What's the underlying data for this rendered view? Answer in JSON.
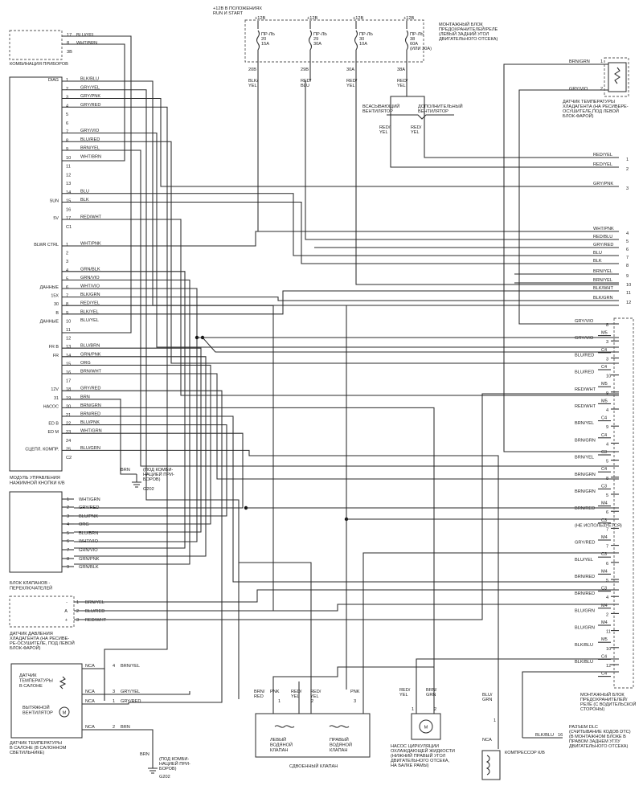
{
  "top_power": [
    "+12В В ПОЛОЖЕНИЯХ",
    "RUN И START"
  ],
  "top_12v": [
    "+12В",
    "+12В",
    "+12В",
    "+12В"
  ],
  "fuse_block": {
    "title": [
      "МОНТАЖНЫЙ БЛОК",
      "ПРЕДОХРАНИТЕЛЕЙ/РЕЛЕ",
      "(ЛЕВЫЙ ЗАДНИЙ УГОЛ",
      "ДВИГАТЕЛЬНОГО ОТСЕКА)"
    ],
    "fuses": [
      {
        "l1": "ПР-ЛЬ",
        "l2": "20",
        "l3": "15A",
        "l4": "",
        "pin": "20B",
        "wire": [
          "BLK/",
          "YEL"
        ]
      },
      {
        "l1": "ПР-ЛЬ",
        "l2": "29",
        "l3": "30A",
        "l4": "",
        "pin": "29B",
        "wire": [
          "RED/",
          "BLU"
        ]
      },
      {
        "l1": "ПР-ЛЬ",
        "l2": "30",
        "l3": "10A",
        "l4": "",
        "pin": "30A",
        "wire": [
          "RED/",
          "YEL"
        ]
      },
      {
        "l1": "ПР-ЛЬ",
        "l2": "38",
        "l3": "60A",
        "l4": "(ИЛИ 30A)",
        "pin": "38A",
        "wire": [
          "RED/",
          "YEL"
        ]
      }
    ]
  },
  "fans": {
    "suction": [
      "ВСАСЫВАЮЩИЙ",
      "ВЕНТИЛЯТОР"
    ],
    "extra": [
      "ДОПОЛНИТЕЛЬНЫЙ",
      "ВЕНТИЛЯТОР"
    ],
    "w1": [
      "RED/",
      "YEL"
    ],
    "w2": [
      "RED/",
      "YEL"
    ]
  },
  "coolant_sensor": {
    "title": [
      "ДАТЧИК ТЕМПЕРАТУРЫ",
      "ХЛАДАГЕНТА (НА РЕСИВЕРЕ-",
      "ОСУШИТЕЛЕ,ПОД ЛЕВОЙ",
      "БЛОК-ФАРОЙ)"
    ],
    "w1": "BRN/GRN",
    "p1": "1",
    "w2": "GRY/VIO",
    "p2": "2"
  },
  "instrument_cluster": {
    "title": "КОМБИНАЦИЯ ПРИБОРОВ",
    "rows": [
      {
        "pin": "17",
        "wire": "BLU/YEL"
      },
      {
        "pin": "8",
        "wire": "WHT/BRN"
      },
      {
        "pin": "3B",
        "wire": ""
      }
    ]
  },
  "module": {
    "title": [
      "МОДУЛЬ УПРАВЛЕНИЯ",
      "НАЖИМНОЙ КНОПКИ К/В"
    ],
    "rows": [
      {
        "side": "DIAG",
        "pin": "1",
        "wire": "BLK/BLU"
      },
      {
        "side": "",
        "pin": "2",
        "wire": "GRY/YEL"
      },
      {
        "side": "",
        "pin": "3",
        "wire": "GRY/PNK"
      },
      {
        "side": "",
        "pin": "4",
        "wire": "GRY/RED"
      },
      {
        "side": "",
        "pin": "5",
        "wire": ""
      },
      {
        "side": "",
        "pin": "6",
        "wire": ""
      },
      {
        "side": "",
        "pin": "7",
        "wire": "GRY/VIO"
      },
      {
        "side": "",
        "pin": "8",
        "wire": "BLU/RED"
      },
      {
        "side": "",
        "pin": "9",
        "wire": "BRN/YEL"
      },
      {
        "side": "",
        "pin": "10",
        "wire": "WHT/BRN"
      },
      {
        "side": "",
        "pin": "11",
        "wire": ""
      },
      {
        "side": "",
        "pin": "12",
        "wire": ""
      },
      {
        "side": "",
        "pin": "13",
        "wire": ""
      },
      {
        "side": "",
        "pin": "14",
        "wire": "BLU"
      },
      {
        "side": "SUN",
        "pin": "15",
        "wire": "BLK"
      },
      {
        "side": "",
        "pin": "16",
        "wire": ""
      },
      {
        "side": "5V",
        "pin": "17",
        "wire": "RED/WHT"
      },
      {
        "side": "",
        "pin": "C1",
        "wire": ""
      },
      {
        "side": "BLWR CTRL",
        "pin": "1",
        "wire": "WHT/PNK"
      },
      {
        "side": "",
        "pin": "2",
        "wire": ""
      },
      {
        "side": "",
        "pin": "3",
        "wire": ""
      },
      {
        "side": "",
        "pin": "4",
        "wire": "GRN/BLK"
      },
      {
        "side": "",
        "pin": "5",
        "wire": "GRN/VIO"
      },
      {
        "side": "ДАННЫЕ",
        "pin": "6",
        "wire": "WHT/VIO"
      },
      {
        "side": "15X",
        "pin": "7",
        "wire": "BLK/GRN"
      },
      {
        "side": "30",
        "pin": "8",
        "wire": "RED/YEL"
      },
      {
        "side": "B",
        "pin": "9",
        "wire": "BLK/YEL"
      },
      {
        "side": "ДАННЫЕ",
        "pin": "10",
        "wire": "BLU/YEL"
      },
      {
        "side": "",
        "pin": "11",
        "wire": ""
      },
      {
        "side": "",
        "pin": "12",
        "wire": ""
      },
      {
        "side": "FR B",
        "pin": "13",
        "wire": "BLU/BRN"
      },
      {
        "side": "FR",
        "pin": "14",
        "wire": "GRN/PNK"
      },
      {
        "side": "",
        "pin": "15",
        "wire": "ORG"
      },
      {
        "side": "",
        "pin": "16",
        "wire": "BRN/WHT"
      },
      {
        "side": "",
        "pin": "17",
        "wire": ""
      },
      {
        "side": "12V",
        "pin": "18",
        "wire": "GRY/RED"
      },
      {
        "side": "31",
        "pin": "19",
        "wire": "BRN"
      },
      {
        "side": "НАСОС",
        "pin": "20",
        "wire": "BRN/GRN"
      },
      {
        "side": "",
        "pin": "21",
        "wire": "BRN/RED"
      },
      {
        "side": "ED B",
        "pin": "22",
        "wire": "BLU/PNK"
      },
      {
        "side": "ED M",
        "pin": "23",
        "wire": "WHT/GRN"
      },
      {
        "side": "",
        "pin": "24",
        "wire": ""
      },
      {
        "side": "СЦЕПЛ. КОМПР.",
        "pin": "25",
        "wire": "BLU/GRN"
      },
      {
        "side": "",
        "pin": "C2",
        "wire": ""
      }
    ]
  },
  "ground1": {
    "wire": "BRN",
    "label": [
      "(ПОД КОМБИ-",
      "НАЦИЕЙ ПРИ-",
      "БОРОВ)"
    ],
    "code": "G202"
  },
  "valve_block": {
    "title": [
      "БЛОК КЛАПАНОВ -",
      "ПЕРЕКЛЮЧАТЕЛЕЙ"
    ],
    "rows": [
      {
        "pin": "1",
        "wire": "WHT/GRN"
      },
      {
        "pin": "2",
        "wire": "GRY/RED"
      },
      {
        "pin": "3",
        "wire": "BLU/PNK"
      },
      {
        "pin": "4",
        "wire": "ORG"
      },
      {
        "pin": "5",
        "wire": "BLU/BRN"
      },
      {
        "pin": "6",
        "wire": "WHT/VIO"
      },
      {
        "pin": "7",
        "wire": "GRN/VIO"
      },
      {
        "pin": "8",
        "wire": "GRN/PNK"
      },
      {
        "pin": "9",
        "wire": "GRN/BLK"
      }
    ]
  },
  "pressure_sensor": {
    "title": [
      "ДАТЧИК ДАВЛЕНИЯ",
      "ХЛАДАГЕНТА (НА РЕСИВЕ-",
      "РЕ-ОСУШИТЕЛЕ, ПОД ЛЕВОЙ",
      "БЛОК-ФАРОЙ)"
    ],
    "rows": [
      {
        "pin": "1",
        "wire": "BRN/YEL",
        "side": "-"
      },
      {
        "pin": "2",
        "wire": "BLU/RED",
        "side": "A"
      },
      {
        "pin": "3",
        "wire": "RED/WHT",
        "side": "+"
      }
    ]
  },
  "cabin_sensor": {
    "sensor_label": [
      "ДАТЧИК",
      "ТЕМПЕРАТУРЫ",
      "В САЛОНЕ"
    ],
    "fan_label": [
      "ВЫТЯЖНОЙ",
      "ВЕНТИЛЯТОР"
    ],
    "fan_symbol": "M",
    "title": [
      "ДАТЧИК ТЕМПЕРАТУРЫ",
      "В САЛОНЕ (В САЛОННОМ",
      "СВЕТИЛЬНИКЕ)"
    ],
    "rows": [
      {
        "nca": "NCA",
        "pin": "4",
        "wire": "BRN/YEL"
      },
      {
        "nca": "NCA",
        "pin": "3",
        "wire": "GRY/YEL"
      },
      {
        "nca": "NCA",
        "pin": "1",
        "wire": "GRY/RED"
      },
      {
        "nca": "NCA",
        "pin": "2",
        "wire": "BRN"
      }
    ]
  },
  "ground2": {
    "wire": "BRN",
    "label": [
      "(ПОД КОМБИ-",
      "НАЦИЕЙ ПРИ-",
      "БОРОВ)"
    ],
    "code": "G202"
  },
  "dual_valve": {
    "title": "СДВОЕННЫЙ КЛАПАН",
    "left": [
      "ЛЕВЫЙ",
      "ВОДЯНОЙ",
      "КЛАПАН"
    ],
    "right": [
      "ПРАВЫЙ",
      "ВОДЯНОЙ",
      "КЛАПАН"
    ],
    "wires": [
      [
        "BRN/",
        "RED"
      ],
      [
        "PNK",
        ""
      ],
      [
        "RED/",
        "YEL"
      ],
      [
        "RED/",
        "YEL"
      ],
      [
        "PNK",
        ""
      ]
    ],
    "pins": [
      "1",
      "2",
      "3"
    ]
  },
  "pump": {
    "title": [
      "НАСОС ЦИРКУЛЯЦИИ",
      "ОХЛАЖДАЮЩЕЙ ЖИДКОСТИ",
      "(НИЖНИЙ ПРАВЫЙ УГОЛ",
      "ДВИГАТЕЛЬНОГО ОТСЕКА,",
      "НА БАЛКЕ РАМЫ)"
    ],
    "w1": [
      "RED/",
      "YEL"
    ],
    "w2": [
      "BRN/",
      "GRN"
    ],
    "pins": [
      "1",
      "2"
    ],
    "symbol": "M"
  },
  "compressor": {
    "title": "КОМПРЕССОР К/В",
    "wire": [
      "BLU/",
      "GRN"
    ],
    "pin": "1",
    "nca": "NCA"
  },
  "dlc": {
    "title": [
      "РАЗЪЕМ DLC",
      "(СЧИТЫВАНИЕ КОДОВ DTC)",
      "(В МОНТАЖНОМ БЛОКЕ В",
      "ПРАВОМ ЗАДНЕМ УГЛУ",
      "ДВИГАТЕЛЬНОГО ОТСЕКА)"
    ],
    "wire": "BLK/BLU",
    "pin": "16"
  },
  "right_terminal": [
    {
      "wire": "RED/YEL",
      "num": "1"
    },
    {
      "wire": "RED/YEL",
      "num": "2"
    },
    {
      "wire": "GRY/PNK",
      "num": "3"
    },
    {
      "wire": "WHT/PNK",
      "num": "4"
    },
    {
      "wire": "RED/BLU",
      "num": "5"
    },
    {
      "wire": "GRY/RED",
      "num": "6"
    },
    {
      "wire": "BLU",
      "num": "7"
    },
    {
      "wire": "BLK",
      "num": "8"
    },
    {
      "wire": "BRN/YEL",
      "num": "9"
    },
    {
      "wire": "BRN/YEL",
      "num": "10"
    },
    {
      "wire": "BLK/WHT",
      "num": "11"
    },
    {
      "wire": "BLK/GRN",
      "num": "12"
    }
  ],
  "relay_block": {
    "title": [
      "МОНТАЖНЫЙ БЛОК",
      "ПРЕДОХРАНИТЕЛЕЙ/",
      "РЕЛЕ (С ВОДИТЕЛЬСКОЙ",
      "СТОРОНЫ)"
    ],
    "rows": [
      {
        "wire": "GRY/VIO",
        "pin": "8",
        "code": ""
      },
      {
        "wire": "",
        "pin": "",
        "code": "M5"
      },
      {
        "wire": "GRY/VIO",
        "pin": "3",
        "code": ""
      },
      {
        "wire": "",
        "pin": "",
        "code": "C4"
      },
      {
        "wire": "BLU/RED",
        "pin": "3",
        "code": ""
      },
      {
        "wire": "",
        "pin": "",
        "code": "C4"
      },
      {
        "wire": "BLU/RED",
        "pin": "10",
        "code": ""
      },
      {
        "wire": "",
        "pin": "",
        "code": "M5"
      },
      {
        "wire": "RED/WHT",
        "pin": "9",
        "code": ""
      },
      {
        "wire": "",
        "pin": "",
        "code": "M5"
      },
      {
        "wire": "RED/WHT",
        "pin": "4",
        "code": ""
      },
      {
        "wire": "",
        "pin": "",
        "code": "C4"
      },
      {
        "wire": "BRN/YEL",
        "pin": "9",
        "code": ""
      },
      {
        "wire": "",
        "pin": "",
        "code": "C4"
      },
      {
        "wire": "BRN/GRN",
        "pin": "4",
        "code": ""
      },
      {
        "wire": "",
        "pin": "",
        "code": "C3"
      },
      {
        "wire": "BRN/YEL",
        "pin": "5",
        "code": ""
      },
      {
        "wire": "",
        "pin": "",
        "code": "C4"
      },
      {
        "wire": "BRN/GRN",
        "pin": "8",
        "code": ""
      },
      {
        "wire": "",
        "pin": "",
        "code": "C3"
      },
      {
        "wire": "BRN/GRN",
        "pin": "5",
        "code": ""
      },
      {
        "wire": "",
        "pin": "",
        "code": "M4"
      },
      {
        "wire": "BRN/RED",
        "pin": "6",
        "code": ""
      },
      {
        "wire": "",
        "pin": "",
        "code": "C3"
      },
      {
        "wire": "(НЕ ИСПОЛЬЗУЕТСЯ)",
        "pin": "7",
        "code": ""
      },
      {
        "wire": "",
        "pin": "",
        "code": "M4"
      },
      {
        "wire": "GRY/RED",
        "pin": "7",
        "code": ""
      },
      {
        "wire": "",
        "pin": "",
        "code": "C3"
      },
      {
        "wire": "BLU/YEL",
        "pin": "6",
        "code": ""
      },
      {
        "wire": "",
        "pin": "",
        "code": "M4"
      },
      {
        "wire": "BRN/RED",
        "pin": "5",
        "code": ""
      },
      {
        "wire": "",
        "pin": "",
        "code": "C3"
      },
      {
        "wire": "BRN/RED",
        "pin": "4",
        "code": ""
      },
      {
        "wire": "",
        "pin": "",
        "code": "M4"
      },
      {
        "wire": "BLU/GRN",
        "pin": "2",
        "code": ""
      },
      {
        "wire": "",
        "pin": "",
        "code": "M4"
      },
      {
        "wire": "BLU/GRN",
        "pin": "11",
        "code": ""
      },
      {
        "wire": "",
        "pin": "",
        "code": "M5"
      },
      {
        "wire": "BLK/BLU",
        "pin": "10",
        "code": ""
      },
      {
        "wire": "",
        "pin": "",
        "code": "C4"
      },
      {
        "wire": "BLK/BLU",
        "pin": "12",
        "code": ""
      },
      {
        "wire": "",
        "pin": "",
        "code": "C4"
      }
    ]
  }
}
